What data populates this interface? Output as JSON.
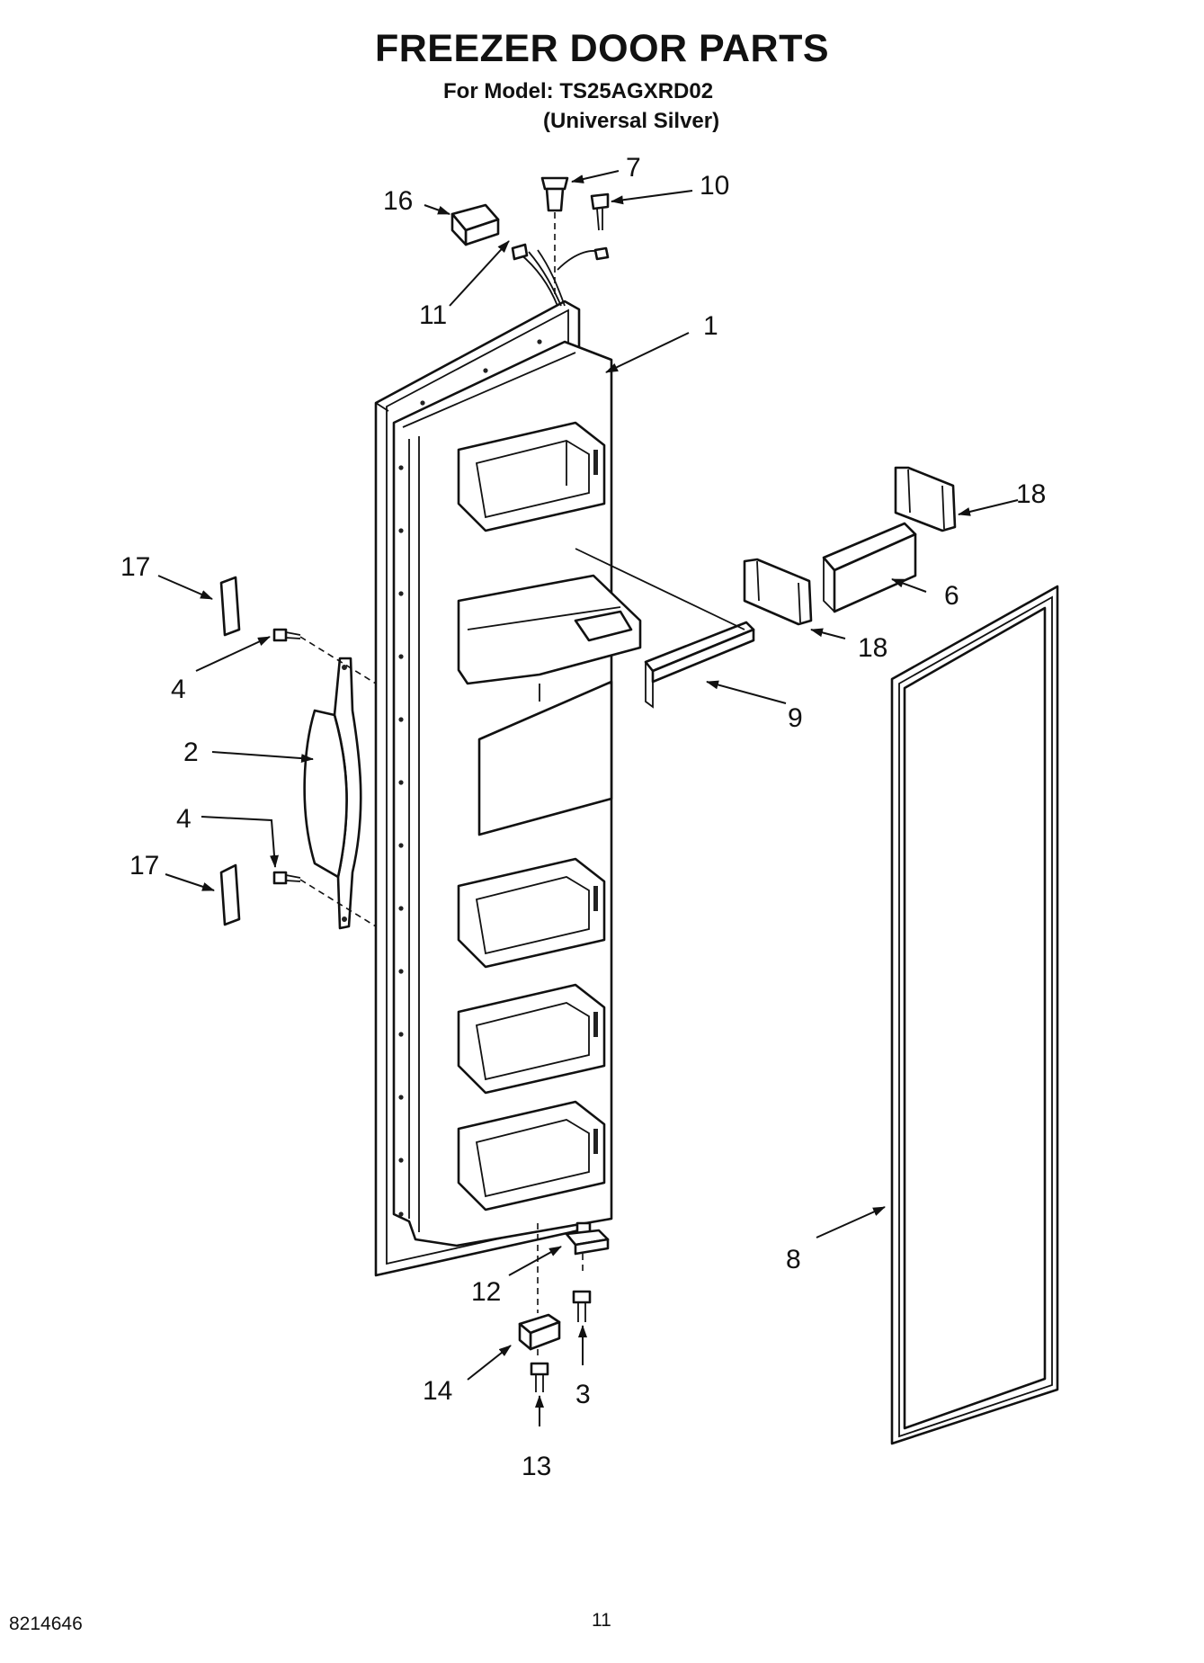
{
  "header": {
    "title": "FREEZER DOOR PARTS",
    "model_line": "For Model: TS25AGXRD02",
    "variant": "(Universal Silver)"
  },
  "footer": {
    "doc_number": "8214646",
    "page_number": "11"
  },
  "callouts": {
    "c1": "1",
    "c2": "2",
    "c3": "3",
    "c4a": "4",
    "c4b": "4",
    "c6": "6",
    "c7": "7",
    "c8": "8",
    "c9": "9",
    "c10": "10",
    "c11": "11",
    "c12": "12",
    "c13": "13",
    "c14": "14",
    "c16": "16",
    "c17a": "17",
    "c17b": "17",
    "c18a": "18",
    "c18b": "18"
  }
}
